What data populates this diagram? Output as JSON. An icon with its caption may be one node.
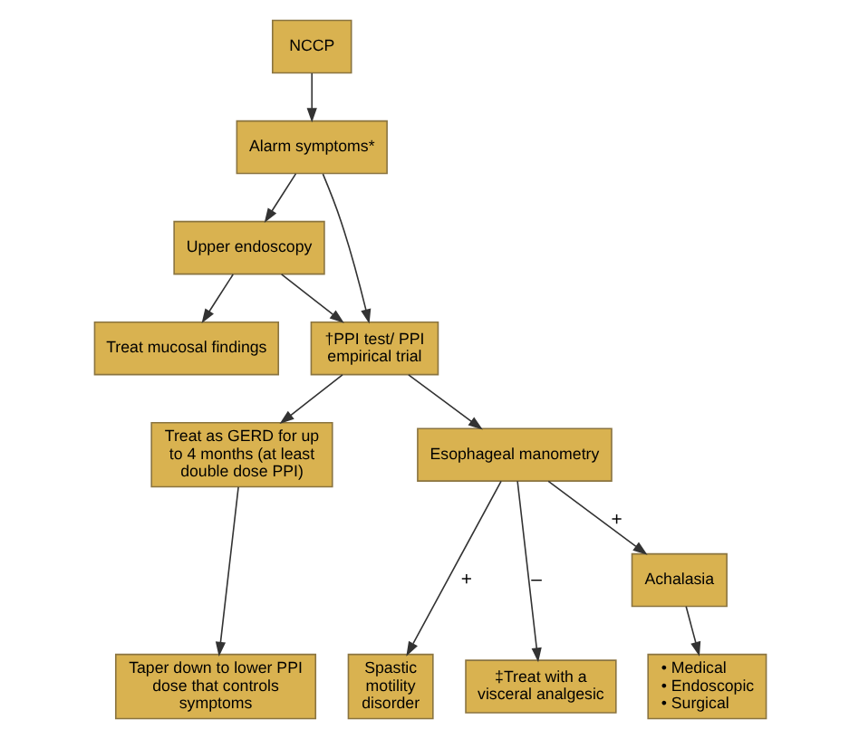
{
  "diagram": {
    "nodes": [
      {
        "text": [
          "NCCP"
        ]
      },
      {
        "text": [
          "Alarm symptoms*"
        ]
      },
      {
        "text": [
          "Upper endoscopy"
        ]
      },
      {
        "text": [
          "†PPI test/ PPI empirical trial"
        ]
      },
      {
        "text": [
          "Treat mucosal findings"
        ]
      },
      {
        "text": [
          "Treat as GERD for up to 4 months (at least double dose PPI)"
        ]
      },
      {
        "text": [
          "Esophageal manometry"
        ]
      },
      {
        "text": [
          "Achalasia"
        ]
      },
      {
        "text": [
          "Taper down to lower PPI dose that controls symptoms"
        ]
      },
      {
        "text": [
          "• Medical",
          "• Endoscopic",
          "• Surgical"
        ]
      },
      {
        "text": [
          "Spastic motility disorder"
        ]
      },
      {
        "text": [
          "‡Treat with a visceral analgesic"
        ]
      }
    ],
    "edges": [
      {
        "from": 0,
        "to": 1,
        "arrow": "to"
      },
      {
        "from": 1,
        "to": 3,
        "arrow": "to"
      },
      {
        "from": 1,
        "to": 2,
        "arrow": "to"
      },
      {
        "from": 2,
        "to": 3,
        "arrow": "to"
      },
      {
        "from": 2,
        "to": 4,
        "arrow": "to"
      },
      {
        "from": 3,
        "to": 5,
        "arrow": "to"
      },
      {
        "from": 3,
        "to": 6,
        "arrow": "to"
      },
      {
        "from": 6,
        "to": 7,
        "arrow": "to",
        "label": "+"
      },
      {
        "from": 6,
        "to": 10,
        "arrow": "to",
        "label": "+"
      },
      {
        "from": 6,
        "to": 11,
        "arrow": "to",
        "label": "–"
      },
      {
        "from": 5,
        "to": 8,
        "arrow": "to"
      },
      {
        "from": 7,
        "to": 9,
        "arrow": "to"
      }
    ]
  }
}
